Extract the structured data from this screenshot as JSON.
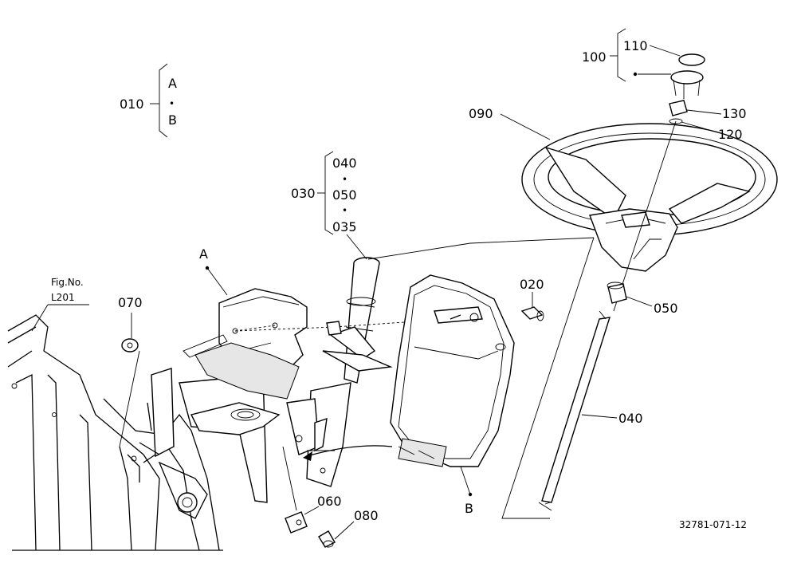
{
  "labels": {
    "p010": "010",
    "p010_a": "A",
    "p010_dot": "•",
    "p010_b": "B",
    "p030": "030",
    "p040_top": "040",
    "p050_top": "050",
    "p035": "035",
    "p030_dot1": "•",
    "p030_dot2": "•",
    "p100": "100",
    "p110": "110",
    "p090": "090",
    "p130": "130",
    "p120": "120",
    "p020": "020",
    "p050": "050",
    "p040": "040",
    "p070": "070",
    "p060": "060",
    "p080": "080",
    "marker_a": "A",
    "marker_b": "B",
    "fig_no": "Fig.No.",
    "fig_ref": "L201",
    "drawing_code": "32781-071-12"
  }
}
